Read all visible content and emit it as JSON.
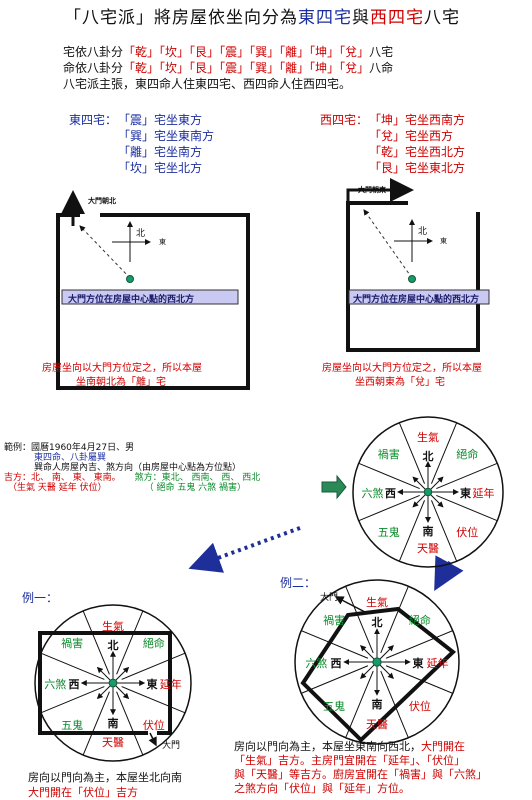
{
  "title": {
    "q_open": "「",
    "school": "八宅派",
    "q_close": "」",
    "mid": "將房屋依坐向分為",
    "east": "東四宅",
    "and": "與",
    "west": "西四宅",
    "tail": "八宅"
  },
  "intro": {
    "line1_prefix": "宅依八卦分",
    "line1_suffix": "八宅",
    "line2_prefix": "命依八卦分",
    "line2_suffix": "八命",
    "trigrams": [
      "「乾」",
      "「坎」",
      "「艮」",
      "「震」",
      "「巽」",
      "「離」",
      "「坤」",
      "「兌」"
    ],
    "line3": "八宅派主張，東四命人住東四宅、西四命人住西四宅。"
  },
  "east_list": {
    "label": "東四宅：",
    "items": [
      "「震」宅坐東方",
      "「巽」宅坐東南方",
      "「離」宅坐南方",
      "「坎」宅坐北方"
    ]
  },
  "west_list": {
    "label": "西四宅：",
    "items": [
      "「坤」宅坐西南方",
      "「兌」宅坐西方",
      "「乾」宅坐西北方",
      "「艮」宅坐東北方"
    ]
  },
  "house_left": {
    "door_label": "大門朝北",
    "north": "北",
    "east": "東",
    "box_text": "大門方位在房屋中心點的西北方",
    "caption1": "房屋坐向以大門方位定之，所以本屋",
    "caption2": "坐南朝北為「離」宅"
  },
  "house_right": {
    "door_label": "大門朝東",
    "north": "北",
    "east": "東",
    "box_text": "大門方位在房屋中心點的西北方",
    "caption1": "房屋坐向以大門方位定之，所以本屋",
    "caption2": "坐西朝東為「兌」宅"
  },
  "example_info": {
    "line1": "範例：國曆1960年4月27日、男",
    "line2": "東四命、八卦屬巽",
    "line3": "巽命人房屋內吉、煞方向（由房屋中心點為方位點）",
    "line4_label": "吉方：",
    "line4_good": "北、 南、 東、 東南。",
    "line4_bad_label": "煞方：",
    "line4_bad": "東北、 西南、 西、 西北",
    "line5_good": "（生氣  天醫  延年  伏位）",
    "line5_bad": "（ 絕命    五鬼    六煞    禍害）"
  },
  "compass": {
    "north": "北",
    "south": "南",
    "east": "東",
    "west": "西",
    "sectors": {
      "n": "生氣",
      "ne": "絕命",
      "e": "延年",
      "se": "伏位",
      "s": "天醫",
      "sw": "五鬼",
      "w": "六煞",
      "nw": "禍害"
    }
  },
  "example1": {
    "label": "例一：",
    "door": "大門",
    "caption1": "房向以門向為主，本屋坐北向南",
    "caption2": "大門開在「伏位」吉方"
  },
  "example2": {
    "label": "例二：",
    "door": "大門",
    "caption": [
      {
        "t": "房向以門向為主，本屋坐東南向西北，",
        "c": "k"
      },
      {
        "t": "大門開在",
        "c": "r"
      },
      {
        "t": "「生氣」吉方。主房門宜開在「延年」、「伏位」",
        "c": "r2"
      },
      {
        "t": "與「天醫」等吉方。廚房宜開在「禍害」與「六煞」",
        "c": "r3"
      },
      {
        "t": "之煞方向「伏位」與「延年」方位。",
        "c": "r4"
      }
    ]
  },
  "colors": {
    "red": "#d00000",
    "blue": "#1c2fa0",
    "green": "#0a8a2a",
    "box_fill": "#c9c9f2",
    "arrow_fill": "#2a8a57",
    "dotted_arrow": "#1f2f9a"
  }
}
